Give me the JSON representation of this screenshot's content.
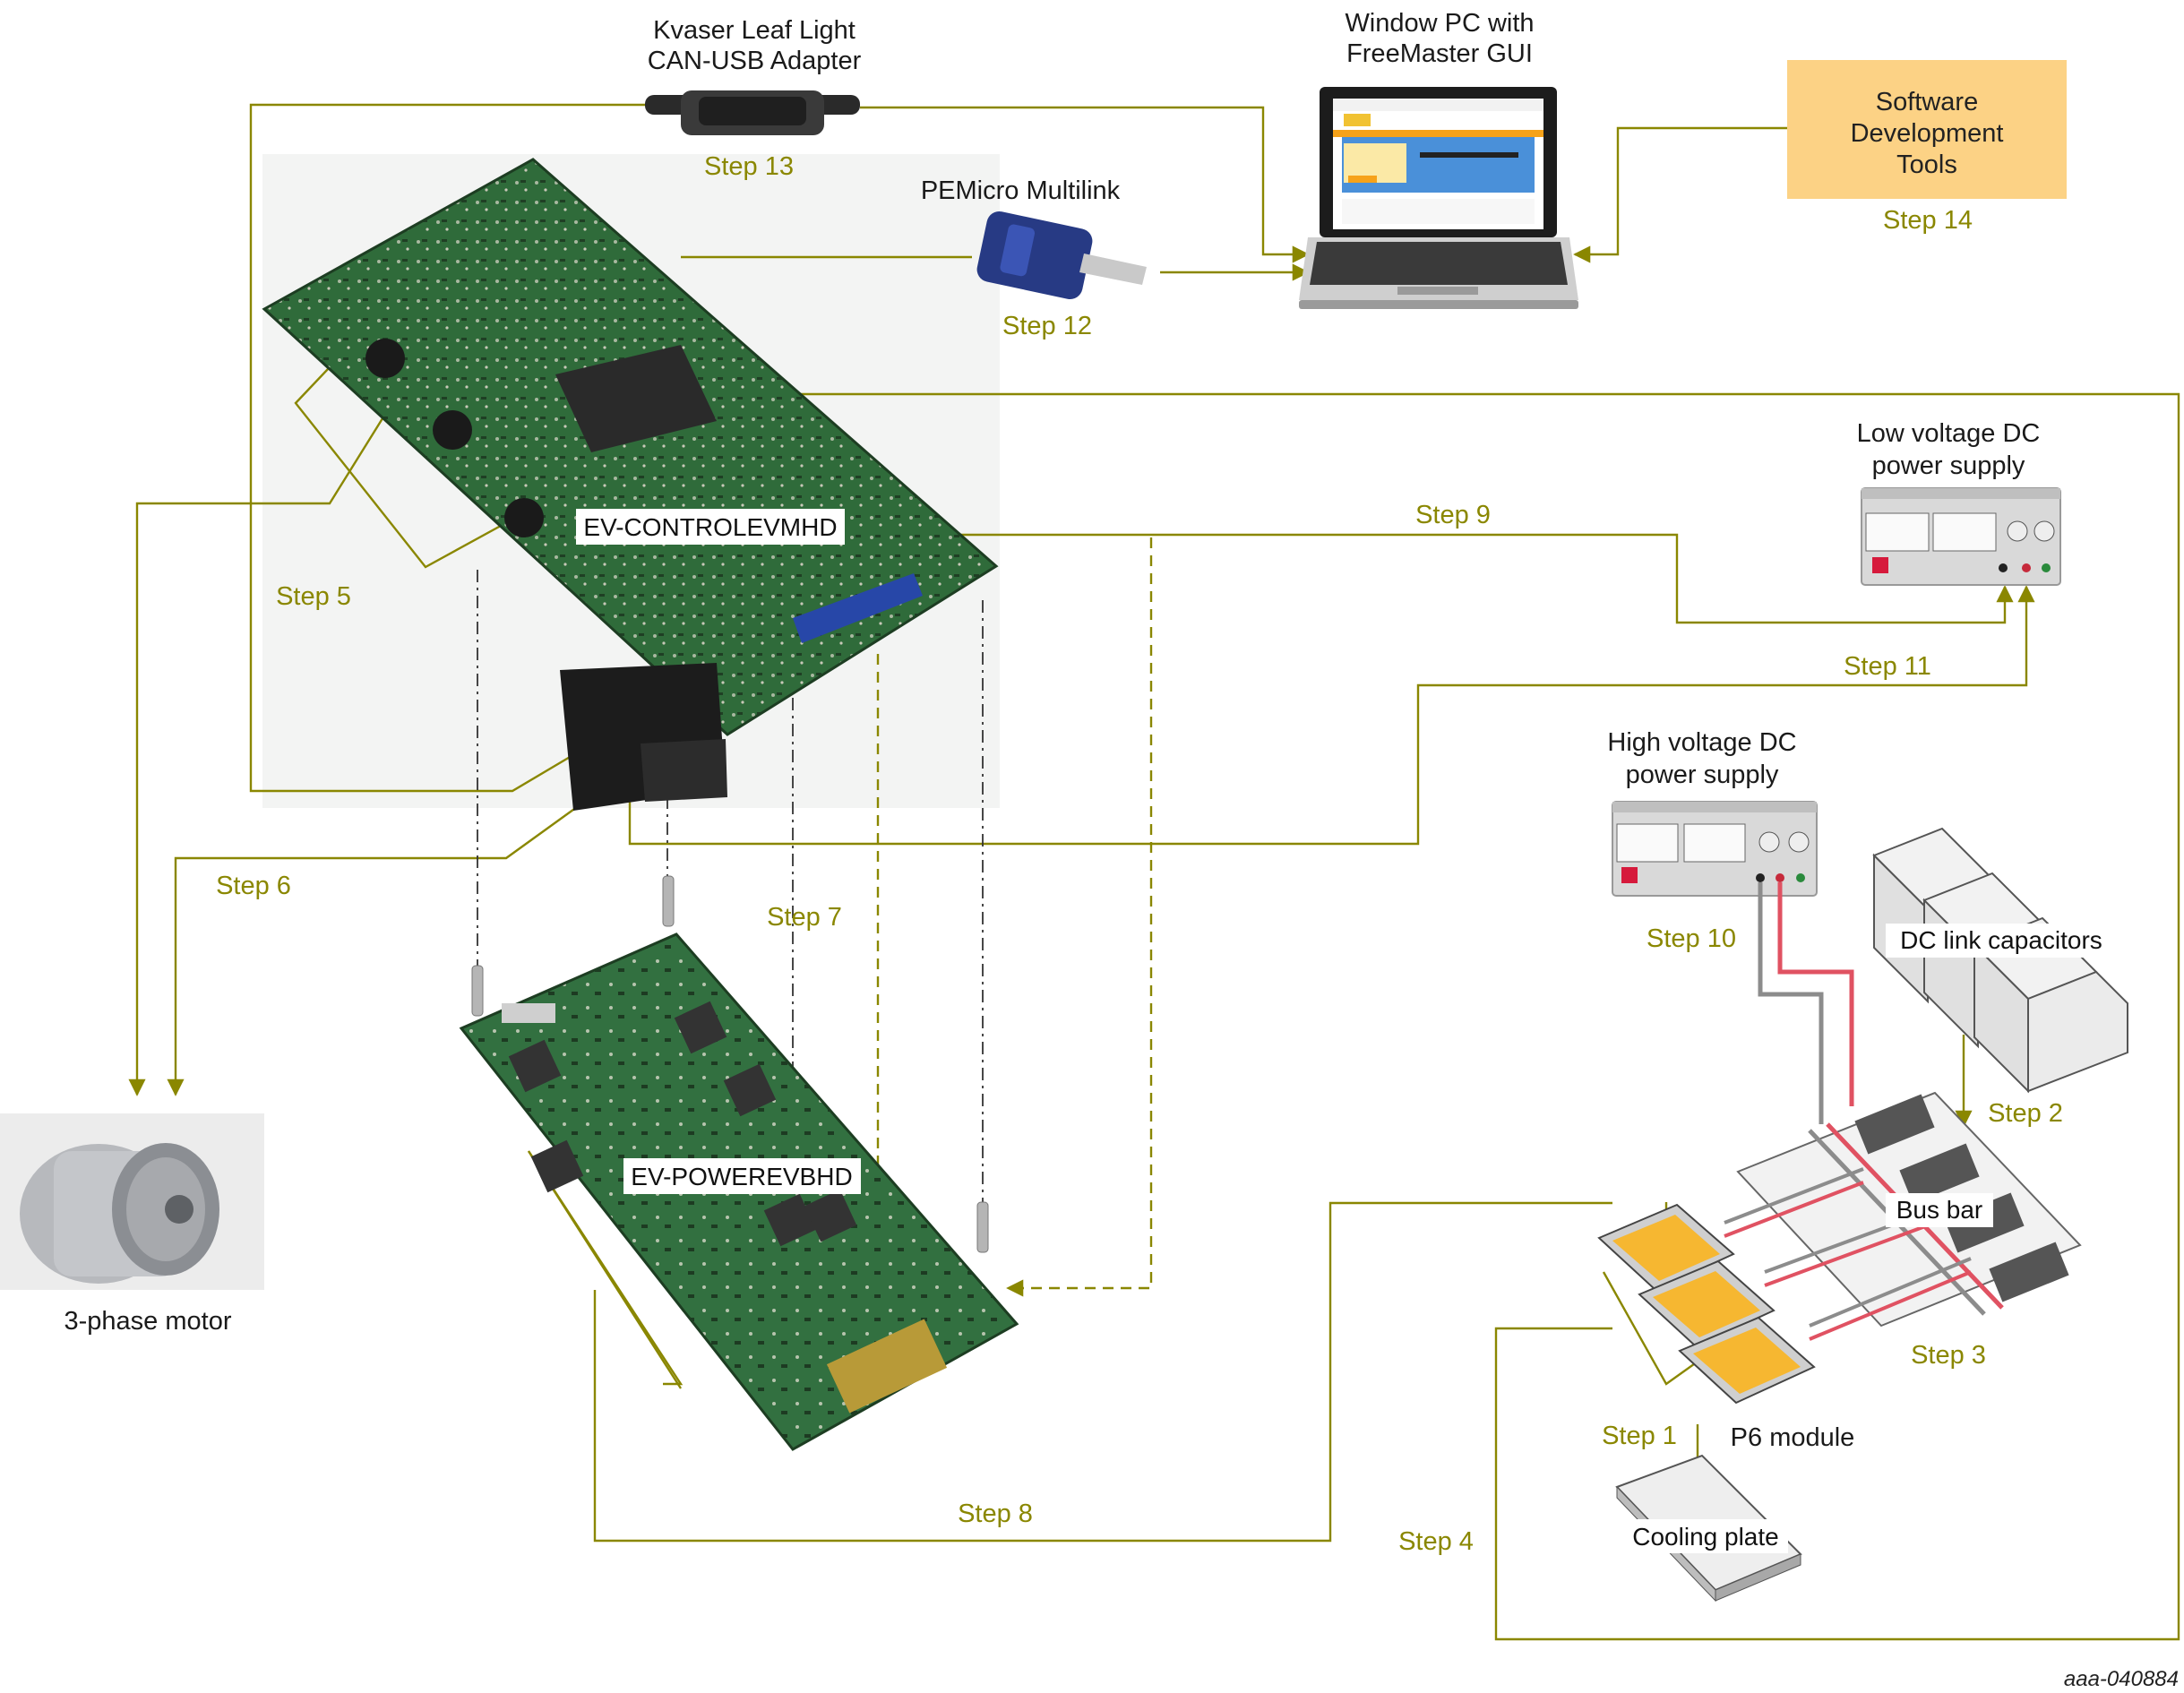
{
  "labels": {
    "kvaser_line1": "Kvaser Leaf Light",
    "kvaser_line2": "CAN-USB Adapter",
    "pc_line1": "Window PC with",
    "pc_line2": "FreeMaster GUI",
    "sdt_line1": "Software",
    "sdt_line2": "Development",
    "sdt_line3": "Tools",
    "pemicro": "PEMicro Multilink",
    "lv_line1": "Low voltage DC",
    "lv_line2": "power supply",
    "hv_line1": "High voltage DC",
    "hv_line2": "power supply",
    "control_board": "EV-CONTROLEVMHD",
    "power_board": "EV-POWEREVBHD",
    "motor": "3-phase motor",
    "dc_link": "DC link capacitors",
    "bus_bar": "Bus bar",
    "p6_module": "P6 module",
    "cooling_plate": "Cooling plate",
    "reference_id": "aaa-040884"
  },
  "steps": {
    "s1": "Step 1",
    "s2": "Step 2",
    "s3": "Step 3",
    "s4": "Step 4",
    "s5": "Step 5",
    "s6": "Step 6",
    "s7": "Step 7",
    "s8": "Step 8",
    "s9": "Step 9",
    "s10": "Step 10",
    "s11": "Step 11",
    "s12": "Step 12",
    "s13": "Step 13",
    "s14": "Step 14"
  },
  "colors": {
    "connector_olive": "#8a8700",
    "sdt_box": "#fcd285",
    "pcb_green": "#2f6b3a",
    "module_orange": "#f6b731",
    "hv_wire_red": "#e05262",
    "wire_grey": "#8c8c8c"
  }
}
